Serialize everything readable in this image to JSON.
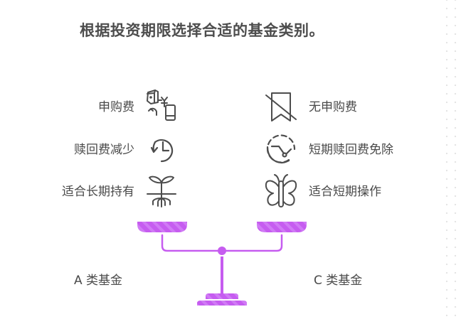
{
  "title": "根据投资期限选择合适的基金类别。",
  "left": {
    "fund_label": "A 类基金",
    "items": [
      {
        "label": "申购费",
        "icon": "wallet-exchange-icon"
      },
      {
        "label": "赎回费减少",
        "icon": "clock-history-icon"
      },
      {
        "label": "适合长期持有",
        "icon": "sprout-roots-icon"
      }
    ]
  },
  "right": {
    "fund_label": "C 类基金",
    "items": [
      {
        "label": "无申购费",
        "icon": "bookmark-slash-icon"
      },
      {
        "label": "短期赎回费免除",
        "icon": "dashed-timer-icon"
      },
      {
        "label": "适合短期操作",
        "icon": "butterfly-icon"
      }
    ]
  },
  "colors": {
    "accent": "#c65cf0",
    "accent_stripe": "#d479f6",
    "text": "#4a4a4a",
    "icon_stroke": "#4d4d4d"
  }
}
